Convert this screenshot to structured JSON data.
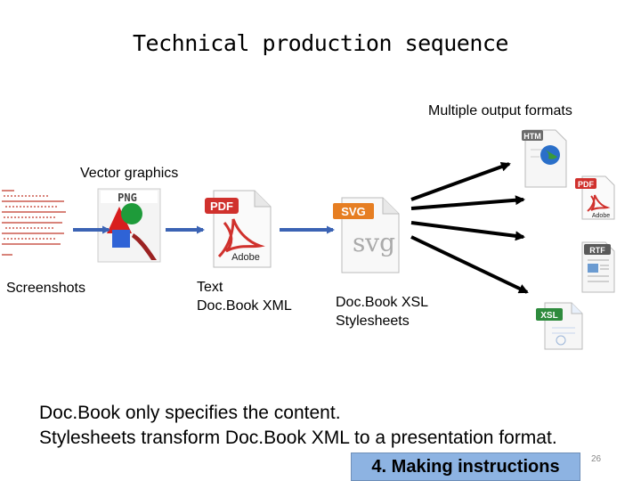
{
  "title": "Technical production sequence",
  "labels": {
    "output_formats": "Multiple output formats",
    "vector_graphics": "Vector graphics",
    "screenshots": "Screenshots",
    "text_docbook": "Text\nDoc.Book XML",
    "xsl_stylesheets": "Doc.Book XSL\nStylesheets"
  },
  "icons": {
    "png": "PNG",
    "pdf": "PDF",
    "svg": "SVG",
    "svg_big": "svg",
    "adobe": "Adobe",
    "htm": "HTM",
    "rtf": "RTF",
    "xsl": "XSL"
  },
  "body_text": "Doc.Book only specifies the content.\nStylesheets transform Doc.Book XML to a presentation format.",
  "section_badge": "4. Making instructions",
  "page_number": "26",
  "colors": {
    "arrow_blue": "#3b63b4",
    "arrow_black": "#000000",
    "badge": "#8db3e2",
    "pdf_red": "#d0312d",
    "svg_orange": "#e67e22",
    "xsl_green": "#2e8b3d"
  }
}
